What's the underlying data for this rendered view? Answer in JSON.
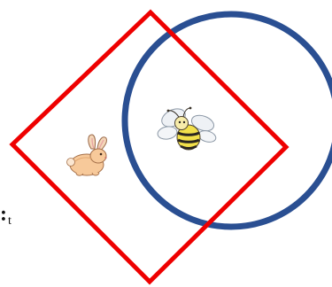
{
  "shapes": {
    "diamond": {
      "color": "#ee0000"
    },
    "circle": {
      "color": "#2a4f92"
    }
  },
  "figures": {
    "rabbit": "rabbit-illustration",
    "bee": "bee-illustration"
  },
  "edge_label": {
    "colon": ":",
    "letter": "t"
  }
}
